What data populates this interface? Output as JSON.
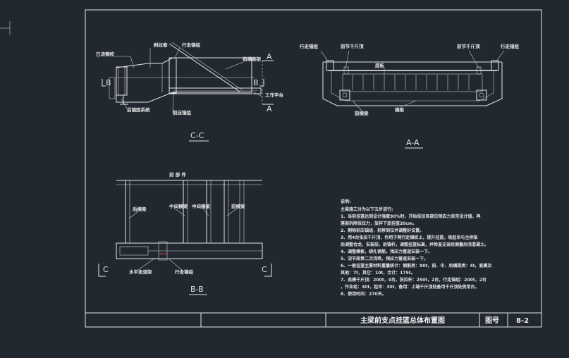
{
  "sections": {
    "cc": "C-C",
    "aa": "A-A",
    "bb": "B-B"
  },
  "markers": {
    "a": "A",
    "b": "B",
    "c": "C"
  },
  "cc_labels": {
    "top_left": "已浇钢绞",
    "inclined_rod": "斜拉索",
    "anchor": "行走锚组",
    "front_beam": "前横梁架",
    "work_platform": "工作平台",
    "rear_anchor": "后锚固系统",
    "press_anchor": "前压锚组"
  },
  "aa_labels": {
    "walk_anchor_left": "行走锚组",
    "jack_left": "前节千斤顶",
    "jack_right": "前节千斤顶",
    "walk_anchor_right": "行走锚组",
    "bottom_plate": "底板",
    "front_beam": "前横梁",
    "cross_beam": "横梁"
  },
  "bb_labels": {
    "top_name": "前 部 件",
    "rear_main_beam": "后横梁",
    "middle_beam": "中间横梁",
    "middle_beam_2": "中间横梁",
    "front_main_beam": "前横梁",
    "water_platform": "水平走道架",
    "walk_anchor": "行走锚组"
  },
  "notes": {
    "heading": "说明:",
    "lines": [
      "主梁施工分为以下五步进行:",
      "1、当前挂篮达到设计强度90%时，开始张拉各部位预应力束至设计值，再",
      "落架拆除张拉力，放样下放挂篮20cm。",
      "2、割除前压锚组，前移到位并调整好位置。",
      "3、用4台张拉千斤顶，作用于两行走钢绞上，提升挂篮，吸起吊与主桥架",
      "后调整合龙，安装前、后锚杆，调整挂篮标高，并检查无误后测量后浇混凝土。",
      "4、调整模板，绑扎钢筋，预应力管道安装一下。",
      "5、浇节段第二次浇筑，预应力管道安装一下。",
      "6、一般挂篮主要材料重量统计：钢筋类：80t，前、中、后横梁类：4t，底模及",
      "其他：7t，其它：10t，合计：175t。",
      "7、底模千斤顶：200t，4台，张拉杆：250t，2台，行走锚组：200t，2台",
      "，作业组：30t，起吊：30t，备用：上端千斤顶处备用千斤顶处使用台。",
      "8、使用时间：270天。"
    ]
  },
  "title_block": {
    "title": "主梁前支点挂篮总体布置图",
    "drawing_no_label": "图号",
    "drawing_no": "8-2"
  }
}
